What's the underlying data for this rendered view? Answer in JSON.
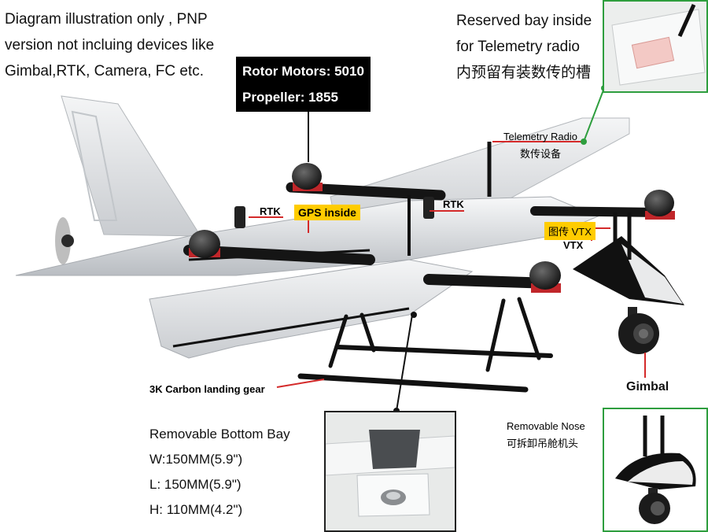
{
  "notes": {
    "disclaimer": [
      "Diagram illustration only , PNP",
      "version not incluing devices like",
      "Gimbal,RTK, Camera, FC etc."
    ],
    "reserved_bay": [
      "Reserved bay inside",
      "for Telemetry radio",
      "内预留有装数传的槽"
    ]
  },
  "motors_box": {
    "motors": "Rotor Motors: 5010",
    "propeller": "Propeller: 1855"
  },
  "labels": {
    "rtk_left": "RTK",
    "gps": "GPS inside",
    "rtk_right": "RTK",
    "telemetry_en": "Telemetry Radio",
    "telemetry_cn": "数传设备",
    "vtx_cn": "图传 VTX",
    "vtx": "VTX",
    "landing_gear": "3K Carbon landing gear",
    "gimbal": "Gimbal",
    "nose_en": "Removable Nose",
    "nose_cn": "可拆卸吊舱机头"
  },
  "bottom_bay": {
    "title": "Removable Bottom Bay",
    "width": "W:150MM(5.9\")",
    "length": "L: 150MM(5.9\")",
    "height": "H: 110MM(4.2\")"
  },
  "colors": {
    "leader_red": "#d42a2a",
    "inset_border_green": "#2e9e3e",
    "badge_yellow": "#ffcc00",
    "airframe": "#e6e8ea",
    "carbon": "#1a1a1a"
  }
}
